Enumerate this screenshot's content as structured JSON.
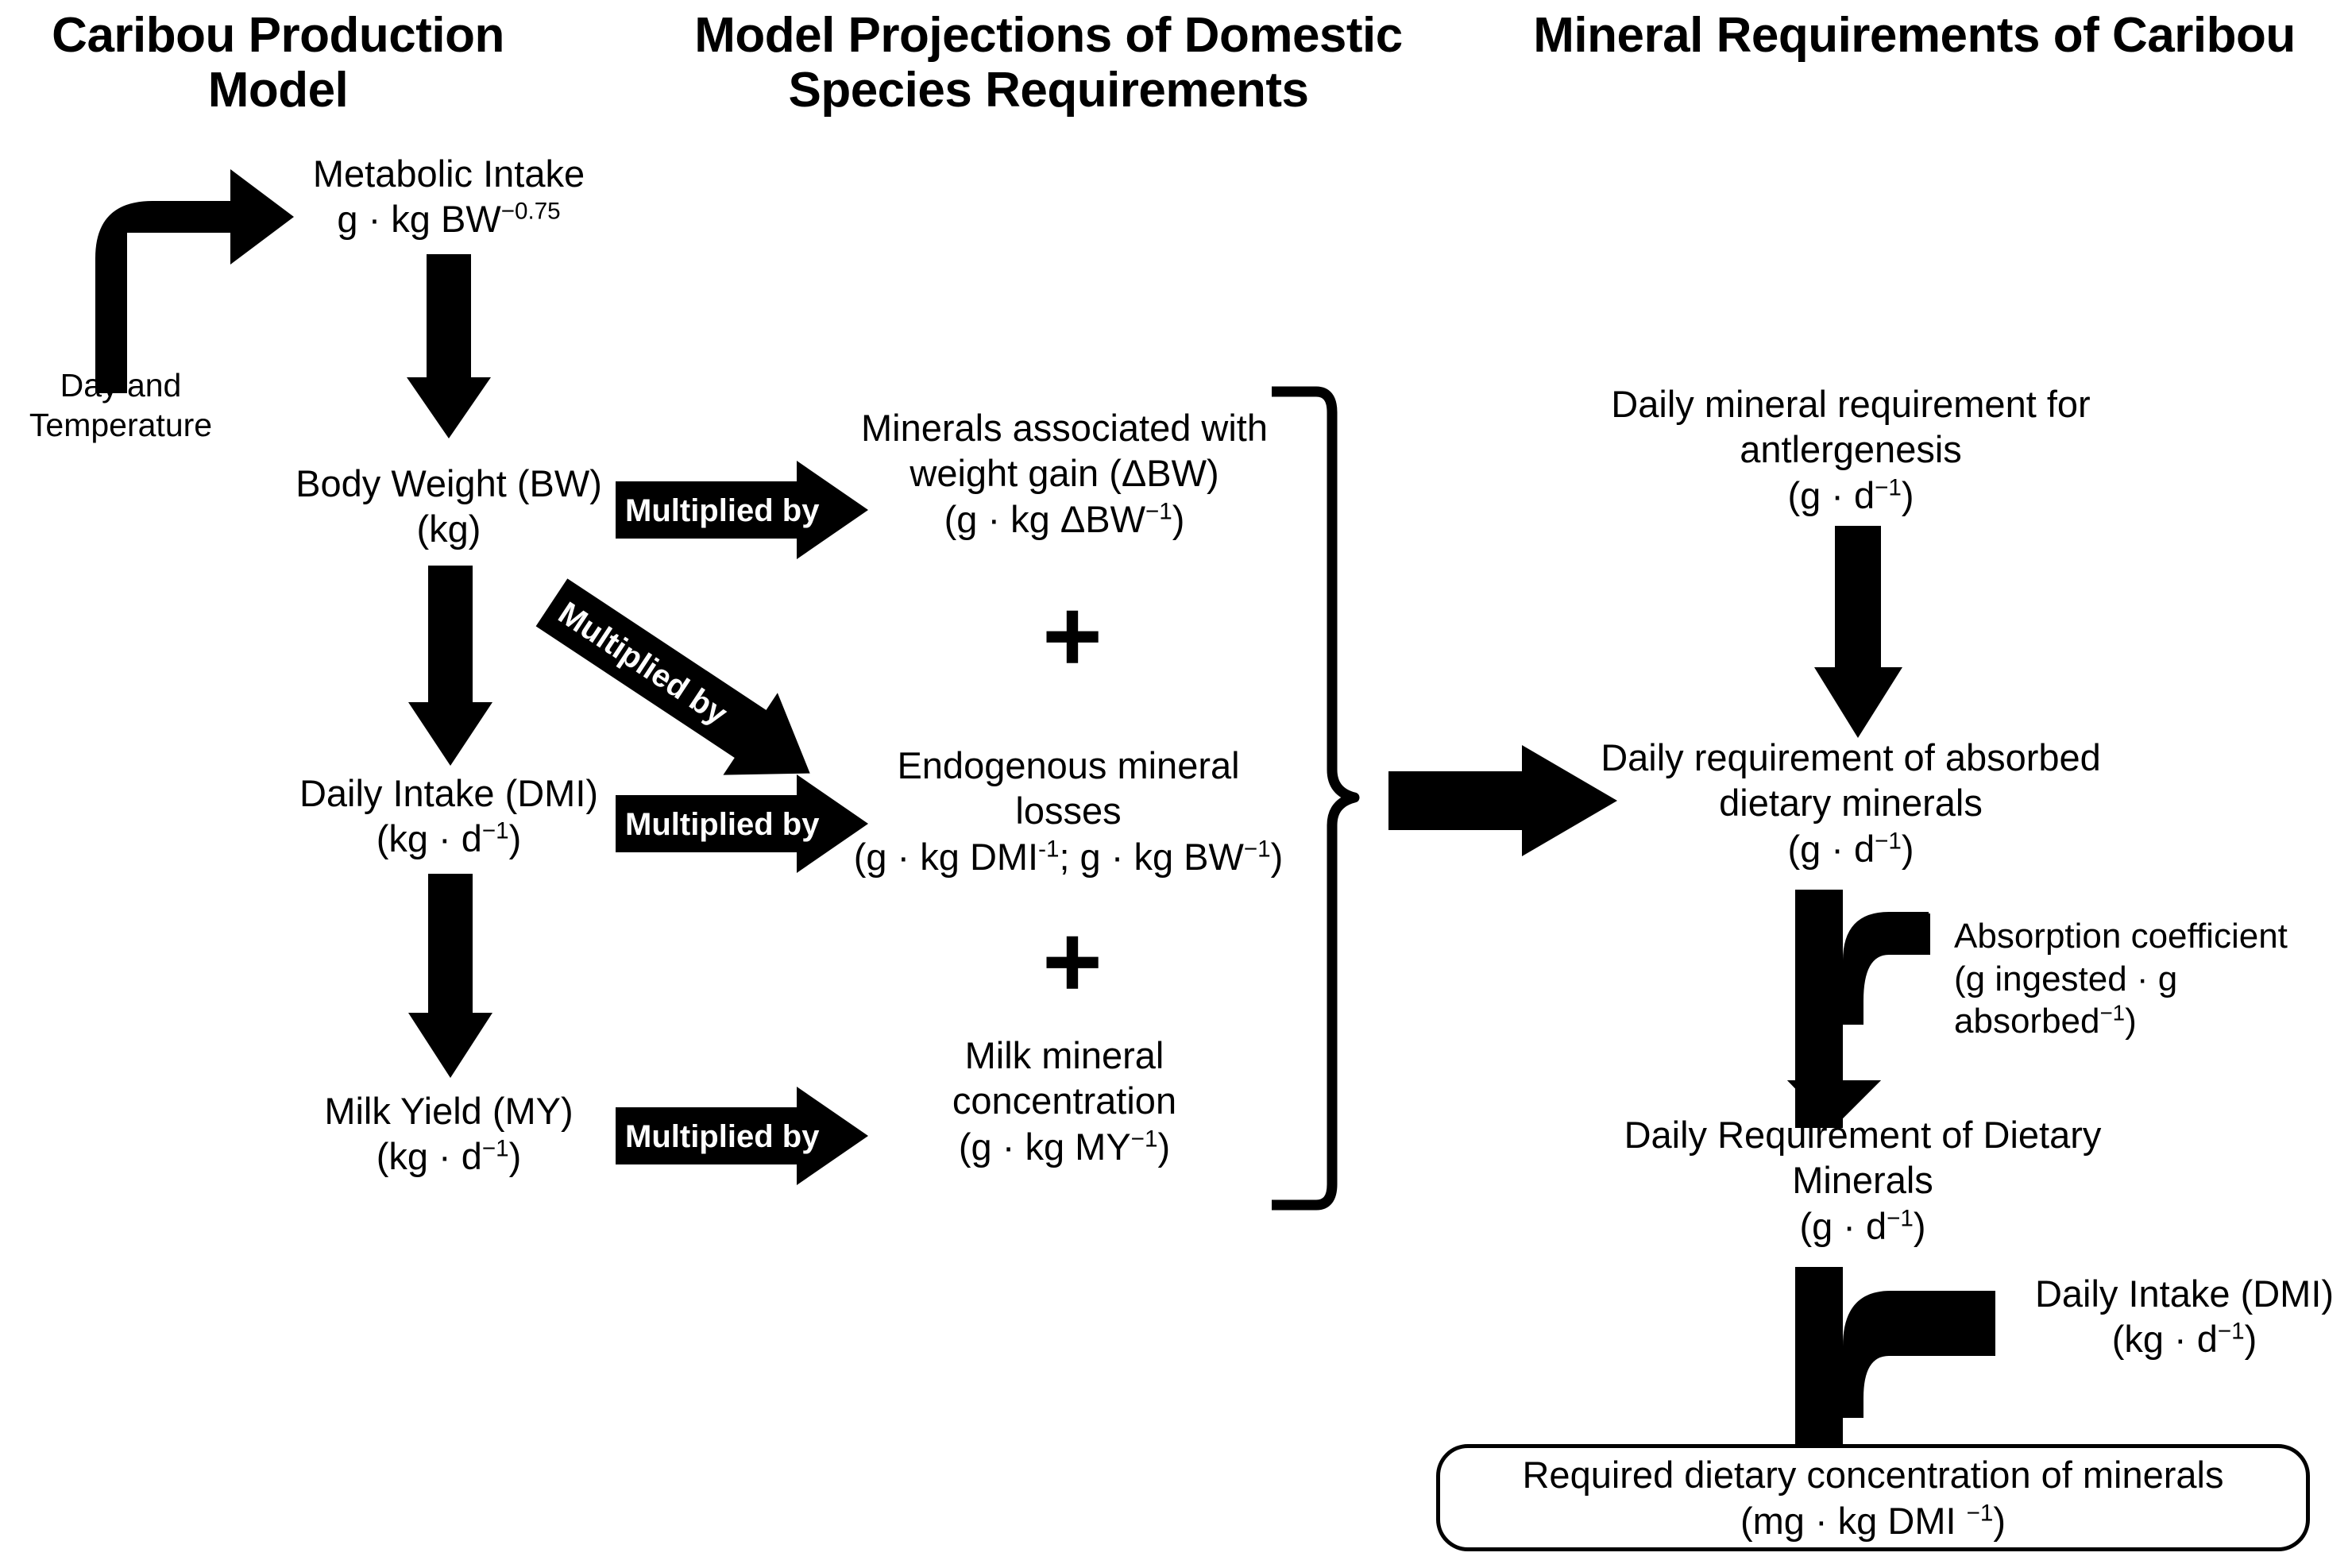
{
  "columns": {
    "left_title": "Caribou Production Model",
    "middle_title": "Model Projections of Domestic Species Requirements",
    "right_title": "Mineral Requirements of Caribou"
  },
  "left_column": {
    "input_label": "Day and Temperature",
    "nodes": [
      {
        "name": "metabolic-intake",
        "line1": "Metabolic Intake",
        "line2_pre": "g · kg BW",
        "line2_sup": "−0.75"
      },
      {
        "name": "body-weight",
        "line1": "Body Weight (BW)",
        "line2": "(kg)"
      },
      {
        "name": "daily-intake",
        "line1": "Daily Intake (DMI)",
        "line2_pre": "(kg · d",
        "line2_sup": "−1",
        "line2_post": ")"
      },
      {
        "name": "milk-yield",
        "line1": "Milk Yield (MY)",
        "line2_pre": "(kg · d",
        "line2_sup": "−1",
        "line2_post": ")"
      }
    ]
  },
  "connector_labels": {
    "multiplied_by": "Multiplied by"
  },
  "middle_column": {
    "nodes": [
      {
        "name": "minerals-weight-gain",
        "line1": "Minerals associated with",
        "line2": "weight gain (ΔBW)",
        "line3_pre": "(g · kg ΔBW",
        "line3_sup": "−1",
        "line3_post": ")"
      },
      {
        "name": "endogenous-losses",
        "line1": "Endogenous mineral",
        "line2": "losses",
        "line3_a": "(g · kg DMI",
        "line3_sup_a": "-1",
        "line3_b": "; g · kg BW",
        "line3_sup_b": "−1",
        "line3_c": ")"
      },
      {
        "name": "milk-mineral-concentration",
        "line1": "Milk mineral",
        "line2": "concentration",
        "line3_pre": "(g · kg MY",
        "line3_sup": "−1",
        "line3_post": ")"
      }
    ],
    "operators": [
      "+",
      "+"
    ]
  },
  "right_column": {
    "nodes": [
      {
        "name": "antlergenesis-requirement",
        "line1": "Daily mineral requirement for",
        "line2": "antlergenesis",
        "line3_pre": "(g · d",
        "line3_sup": "−1",
        "line3_post": ")"
      },
      {
        "name": "absorbed-dietary-minerals",
        "line1": "Daily requirement of absorbed",
        "line2": "dietary minerals",
        "line3_pre": "(g · d",
        "line3_sup": "−1",
        "line3_post": ")"
      },
      {
        "name": "dietary-minerals-requirement",
        "line1": "Daily Requirement of Dietary",
        "line2": "Minerals",
        "line3_pre": "(g · d",
        "line3_sup": "−1",
        "line3_post": ")"
      }
    ],
    "side_inputs": [
      {
        "name": "absorption-coefficient",
        "line1": "Absorption coefficient",
        "line2_pre": "(g ingested · g absorbed",
        "line2_sup": "−1",
        "line2_post": ")"
      },
      {
        "name": "daily-intake-side",
        "line1": "Daily Intake (DMI)",
        "line2_pre": "(kg · d",
        "line2_sup": "−1",
        "line2_post": ")"
      }
    ],
    "output_box": {
      "name": "required-dietary-concentration",
      "line1": "Required dietary concentration of minerals",
      "line2_pre": "(mg · kg DMI ",
      "line2_sup": "−1",
      "line2_post": ")"
    }
  },
  "colors": {
    "ink": "#000000",
    "background": "#ffffff"
  }
}
